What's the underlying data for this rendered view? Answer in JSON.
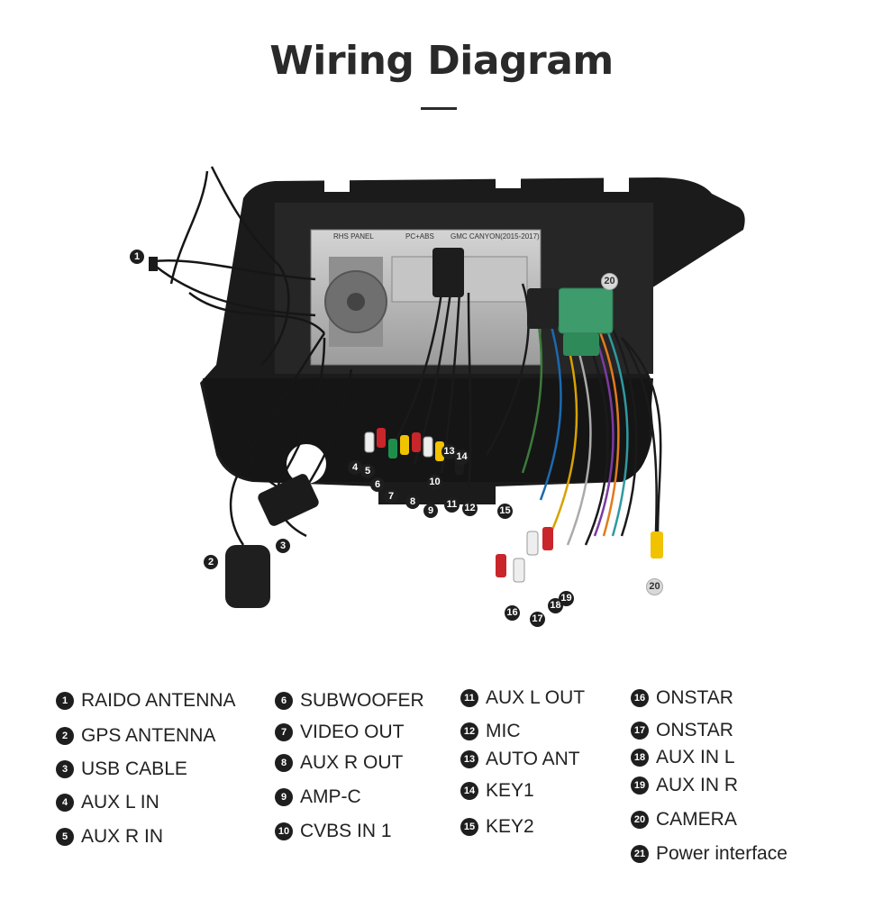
{
  "title": "Wiring Diagram",
  "panel_labels": {
    "top_left": "RHS PANEL",
    "top_center": "PC+ABS",
    "top_right": "GMC CANYON(2015-2017)"
  },
  "callouts": [
    {
      "num": "1"
    },
    {
      "num": "2"
    },
    {
      "num": "3"
    },
    {
      "num": "4"
    },
    {
      "num": "5"
    },
    {
      "num": "6"
    },
    {
      "num": "7"
    },
    {
      "num": "8"
    },
    {
      "num": "9"
    },
    {
      "num": "10"
    },
    {
      "num": "11"
    },
    {
      "num": "12"
    },
    {
      "num": "13"
    },
    {
      "num": "14"
    },
    {
      "num": "15"
    },
    {
      "num": "16"
    },
    {
      "num": "17"
    },
    {
      "num": "18"
    },
    {
      "num": "19"
    },
    {
      "num": "20"
    },
    {
      "num": "20"
    }
  ],
  "legend": [
    {
      "num": "1",
      "label": "RAIDO ANTENNA"
    },
    {
      "num": "2",
      "label": "GPS ANTENNA"
    },
    {
      "num": "3",
      "label": "USB CABLE"
    },
    {
      "num": "4",
      "label": "AUX L IN"
    },
    {
      "num": "5",
      "label": "AUX R IN"
    },
    {
      "num": "6",
      "label": "SUBWOOFER"
    },
    {
      "num": "7",
      "label": "VIDEO OUT"
    },
    {
      "num": "8",
      "label": "AUX R OUT"
    },
    {
      "num": "9",
      "label": "AMP-C"
    },
    {
      "num": "10",
      "label": "CVBS IN 1"
    },
    {
      "num": "11",
      "label": "AUX L OUT"
    },
    {
      "num": "12",
      "label": "MIC"
    },
    {
      "num": "13",
      "label": "AUTO ANT"
    },
    {
      "num": "14",
      "label": "KEY1"
    },
    {
      "num": "15",
      "label": "KEY2"
    },
    {
      "num": "16",
      "label": "ONSTAR"
    },
    {
      "num": "17",
      "label": "ONSTAR"
    },
    {
      "num": "18",
      "label": "AUX IN L"
    },
    {
      "num": "19",
      "label": "AUX IN R"
    },
    {
      "num": "20",
      "label": "CAMERA"
    },
    {
      "num": "21",
      "label": "Power interface"
    }
  ],
  "colors": {
    "background": "#ffffff",
    "frame": "#1b1b1b",
    "unit": "#b9b9b9",
    "rca_red": "#c8262a",
    "rca_white": "#eeeeee",
    "rca_yellow": "#f1c200",
    "rca_green": "#1e8f4a",
    "connector_green": "#3e9b6b"
  }
}
